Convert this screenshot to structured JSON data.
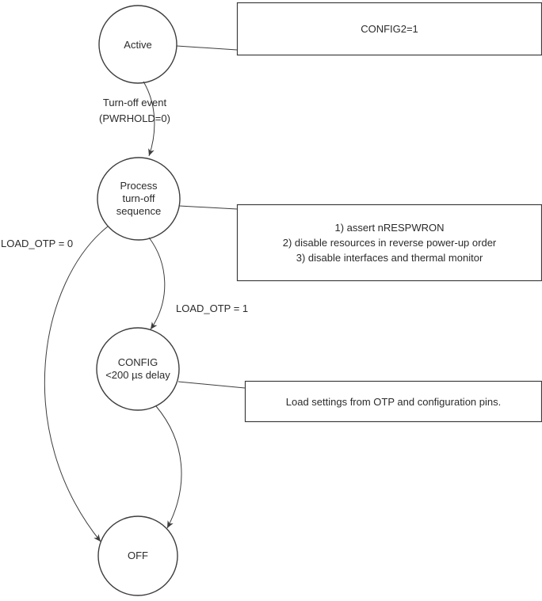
{
  "colors": {
    "stroke": "#3d3d3d",
    "text": "#2b2b2b",
    "background": "#ffffff"
  },
  "states": {
    "active": {
      "label": "Active"
    },
    "process": {
      "lines": [
        "Process",
        "turn-off",
        "sequence"
      ]
    },
    "config": {
      "lines": [
        "CONFIG",
        "<200 µs delay"
      ]
    },
    "off": {
      "label": "OFF"
    }
  },
  "notes": {
    "config2": {
      "text": "CONFIG2=1"
    },
    "turnoff_steps": {
      "lines": [
        "1) assert nRESPWRON",
        "2) disable resources in reverse power-up order",
        "3) disable interfaces and thermal monitor"
      ]
    },
    "load_settings": {
      "text": "Load settings from OTP and configuration pins."
    }
  },
  "transitions": {
    "turnoff_event": {
      "lines": [
        "Turn-off event",
        "(PWRHOLD=0)"
      ]
    },
    "load_otp_1": {
      "label": "LOAD_OTP = 1"
    },
    "load_otp_0": {
      "label": "LOAD_OTP = 0"
    }
  }
}
